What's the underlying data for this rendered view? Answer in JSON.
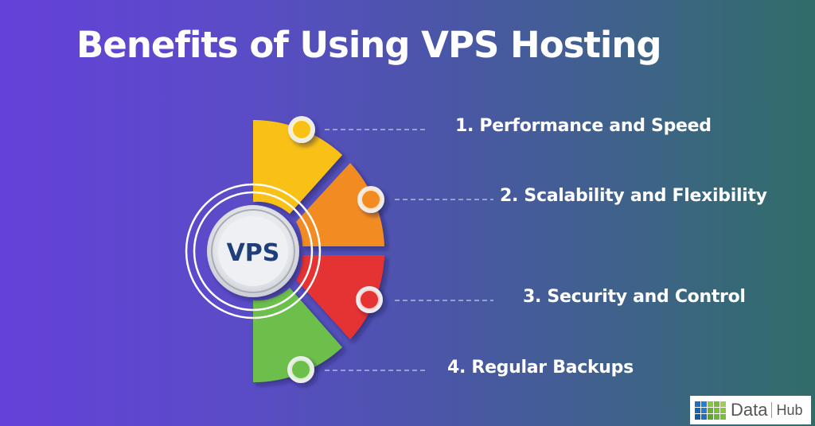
{
  "title": "Benefits of Using VPS Hosting",
  "center_label": "VPS",
  "colors": {
    "background_left": "#6441d9",
    "background_right": "#306d68",
    "segment_1": "#f9c116",
    "segment_2": "#f28c22",
    "segment_3": "#e53030",
    "segment_4": "#6dbf4b",
    "center_text": "#1f3f7a"
  },
  "benefits": [
    {
      "number": 1,
      "label": "1. Performance and Speed",
      "color": "#f9c116"
    },
    {
      "number": 2,
      "label": "2. Scalability and Flexibility",
      "color": "#f28c22"
    },
    {
      "number": 3,
      "label": "3. Security and Control",
      "color": "#e53030"
    },
    {
      "number": 4,
      "label": "4. Regular Backups",
      "color": "#6dbf4b"
    }
  ],
  "logo": {
    "name": "Data",
    "suffix": "Hub"
  }
}
